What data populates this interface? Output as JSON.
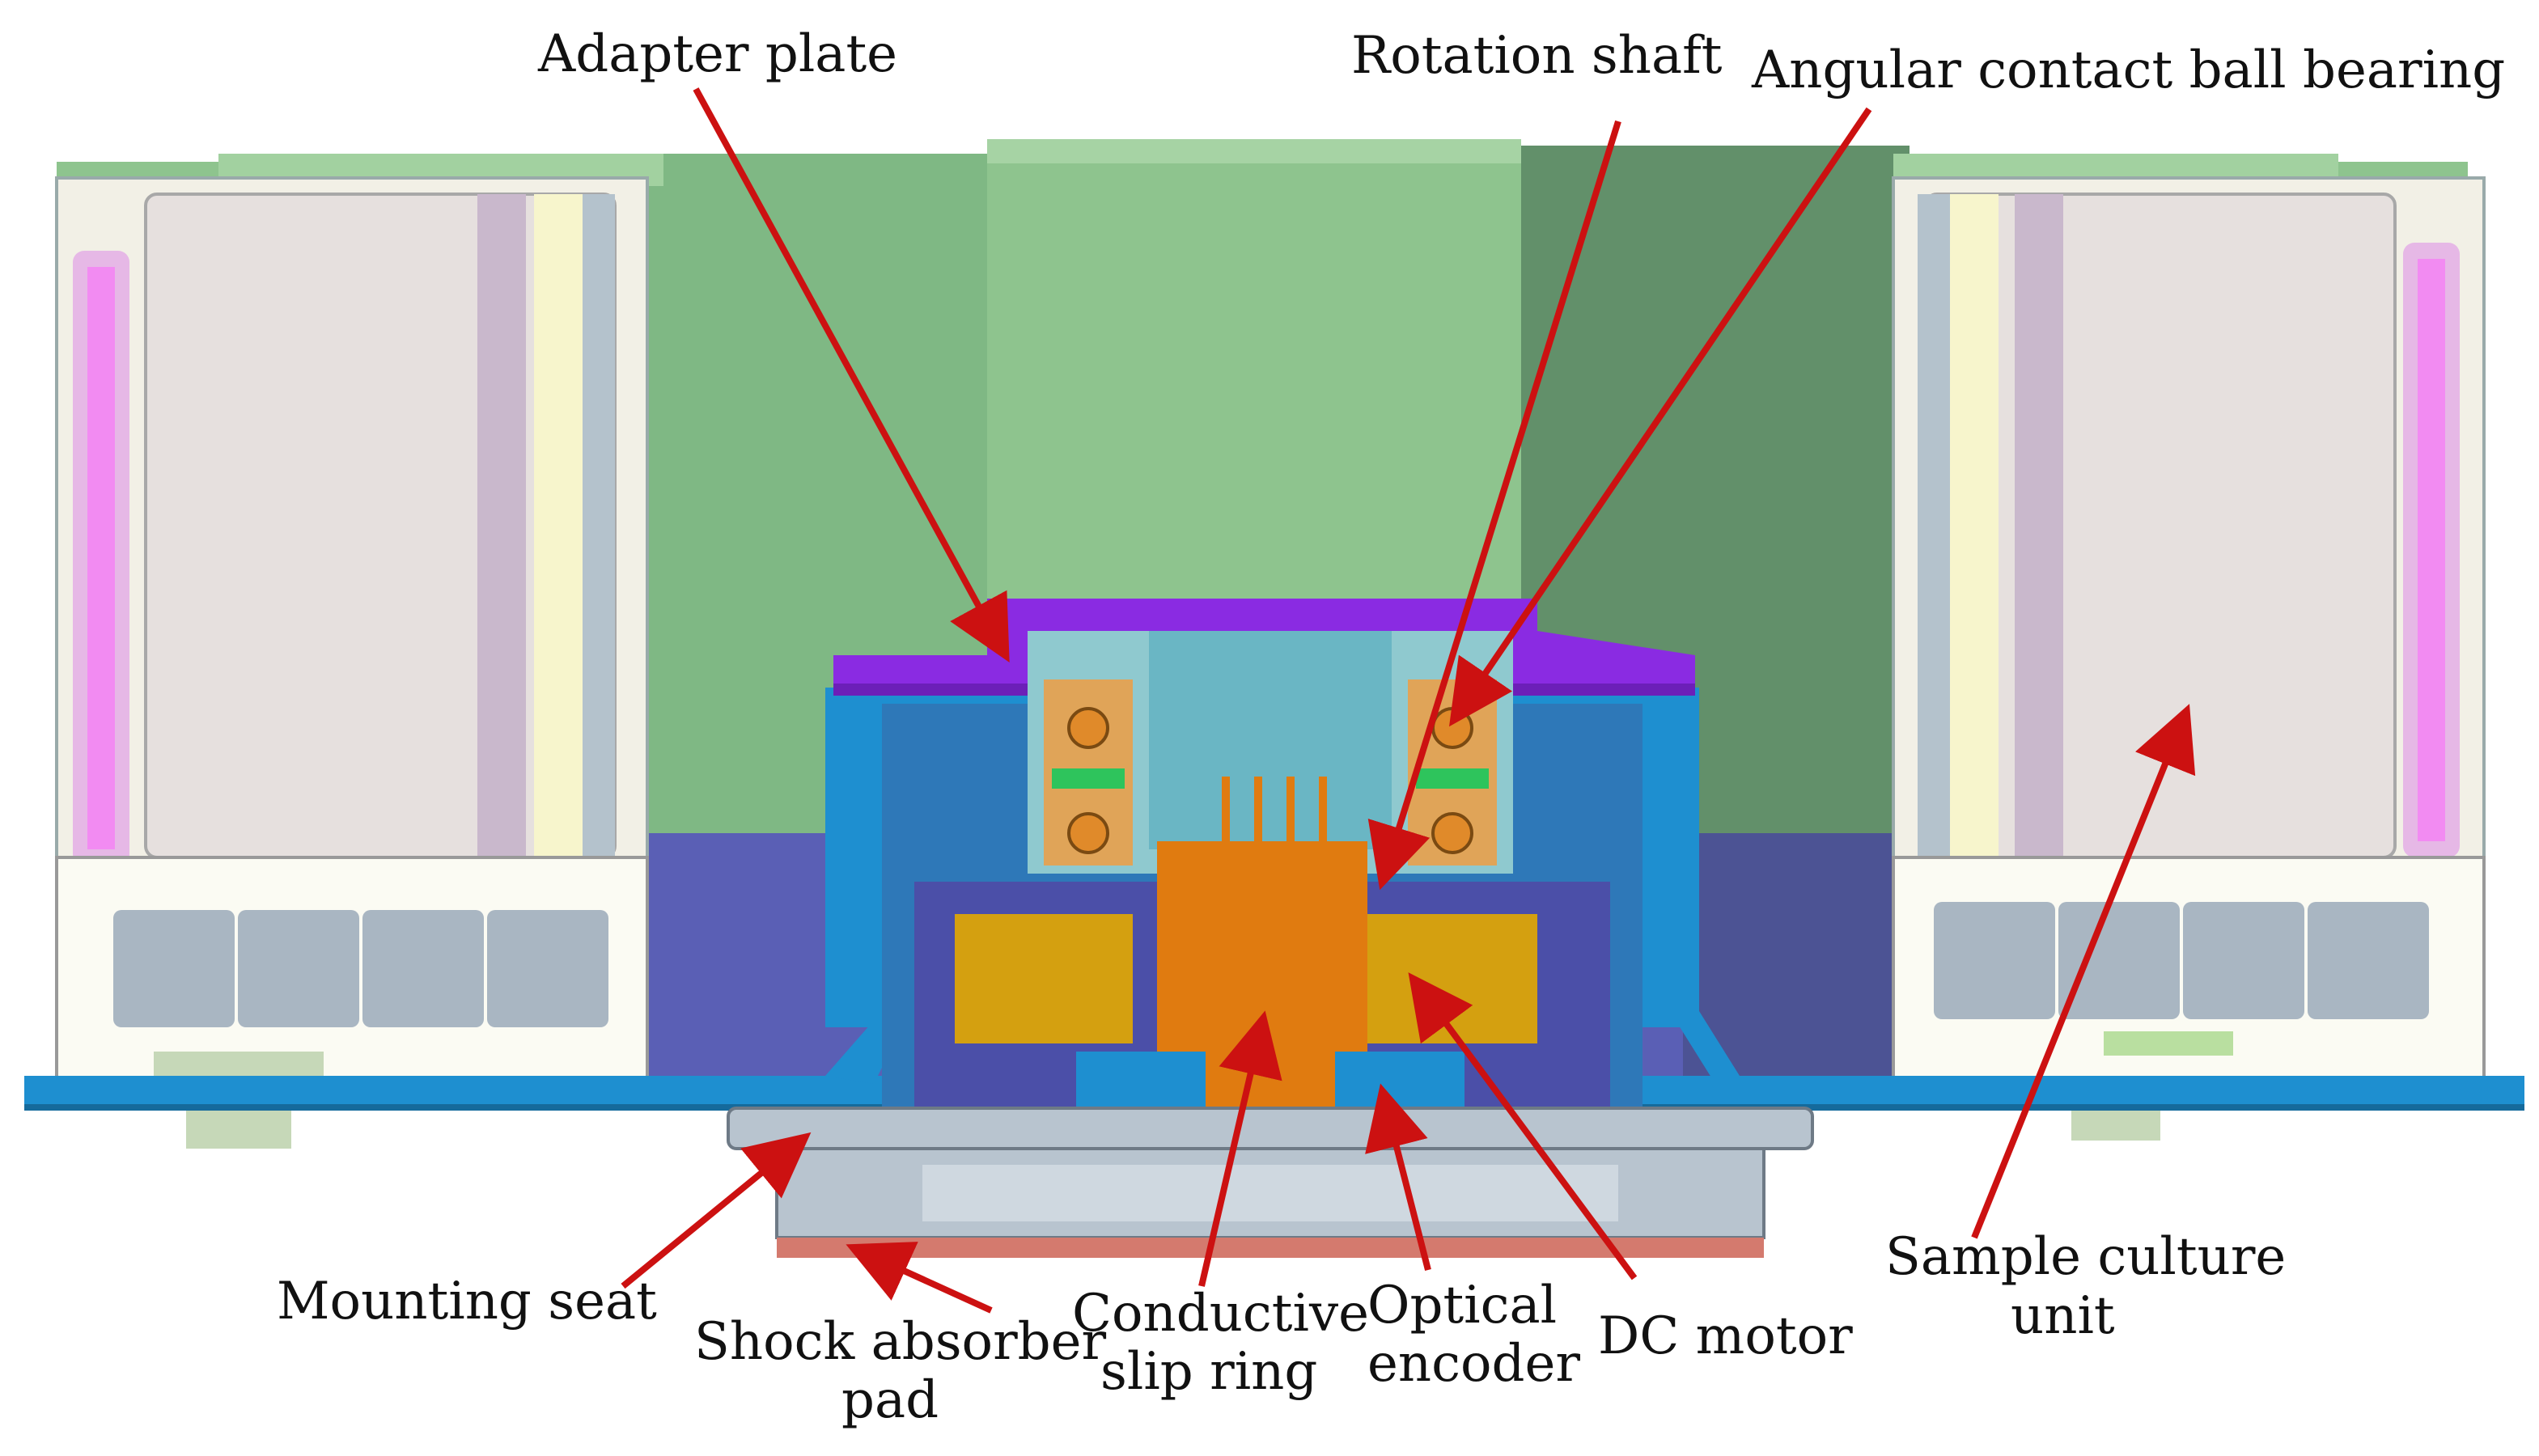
{
  "labels": {
    "adapter_plate": "Adapter plate",
    "rotation_shaft": "Rotation shaft",
    "angular_contact_ball_bearing": "Angular contact ball bearing",
    "mounting_seat": "Mounting seat",
    "shock_absorber_pad_line1": "Shock absorber",
    "shock_absorber_pad_line2": "pad",
    "conductive_slip_ring_line1": "Conductive",
    "conductive_slip_ring_line2": "slip ring",
    "optical_encoder_line1": "Optical",
    "optical_encoder_line2": "encoder",
    "dc_motor": "DC motor",
    "sample_culture_unit_line1": "Sample culture",
    "sample_culture_unit_line2": "unit"
  },
  "colors": {
    "callout_arrow": "#cc1111",
    "housing_green": "#8ec48e",
    "housing_green_dark": "#5f8f63",
    "adapter_purple": "#8a2be2",
    "base_blue": "#1e8fd0",
    "inner_navy": "#4b4fa8",
    "slip_ring_orange": "#e07b10",
    "motor_gold": "#d4a010",
    "shaft_teal": "#8fc9cf",
    "pad_red": "#d47a6e",
    "seat_gray": "#b8c4cf"
  }
}
